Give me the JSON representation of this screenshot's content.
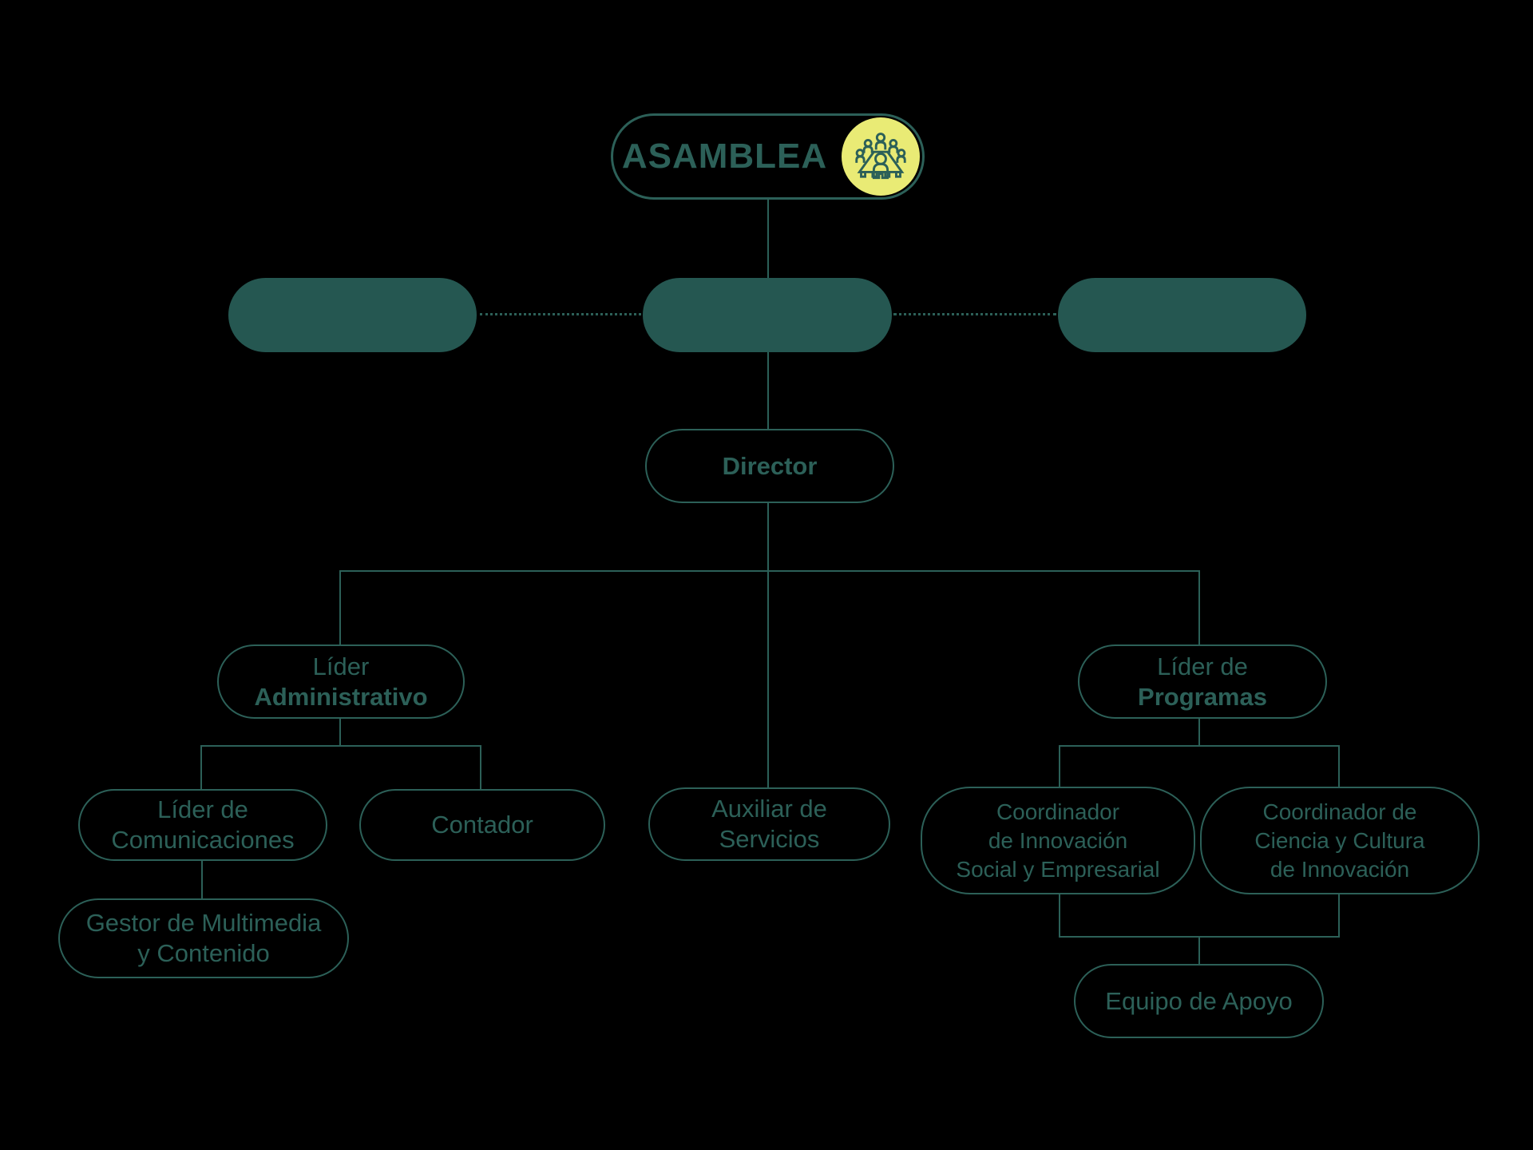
{
  "colors": {
    "line_and_text": "#2c6058",
    "solid_node_fill": "#255751",
    "icon_circle_yellow": "#e9eb75",
    "background": "#000000"
  },
  "icons": {
    "asamblea_icon": "meeting-table-icon"
  },
  "nodes": {
    "asamblea": {
      "label": "ASAMBLEA"
    },
    "placeholder_left": {
      "label": ""
    },
    "placeholder_center": {
      "label": ""
    },
    "placeholder_right": {
      "label": ""
    },
    "director": {
      "label": "Director"
    },
    "lider_administrativo": {
      "line1": "Líder",
      "line2": "Administrativo"
    },
    "lider_programas": {
      "line1": "Líder de",
      "line2": "Programas"
    },
    "lider_comunicaciones": {
      "line1": "Líder de",
      "line2": "Comunicaciones"
    },
    "contador": {
      "label": "Contador"
    },
    "auxiliar_servicios": {
      "line1": "Auxiliar de",
      "line2": "Servicios"
    },
    "gestor_multimedia": {
      "line1": "Gestor de Multimedia",
      "line2": "y Contenido"
    },
    "coordinador_innovacion": {
      "line1": "Coordinador",
      "line2": "de Innovación",
      "line3": "Social y Empresarial"
    },
    "coordinador_ciencia": {
      "line1": "Coordinador de",
      "line2": "Ciencia y Cultura",
      "line3": "de Innovación"
    },
    "equipo_apoyo": {
      "label": "Equipo de Apoyo"
    }
  }
}
